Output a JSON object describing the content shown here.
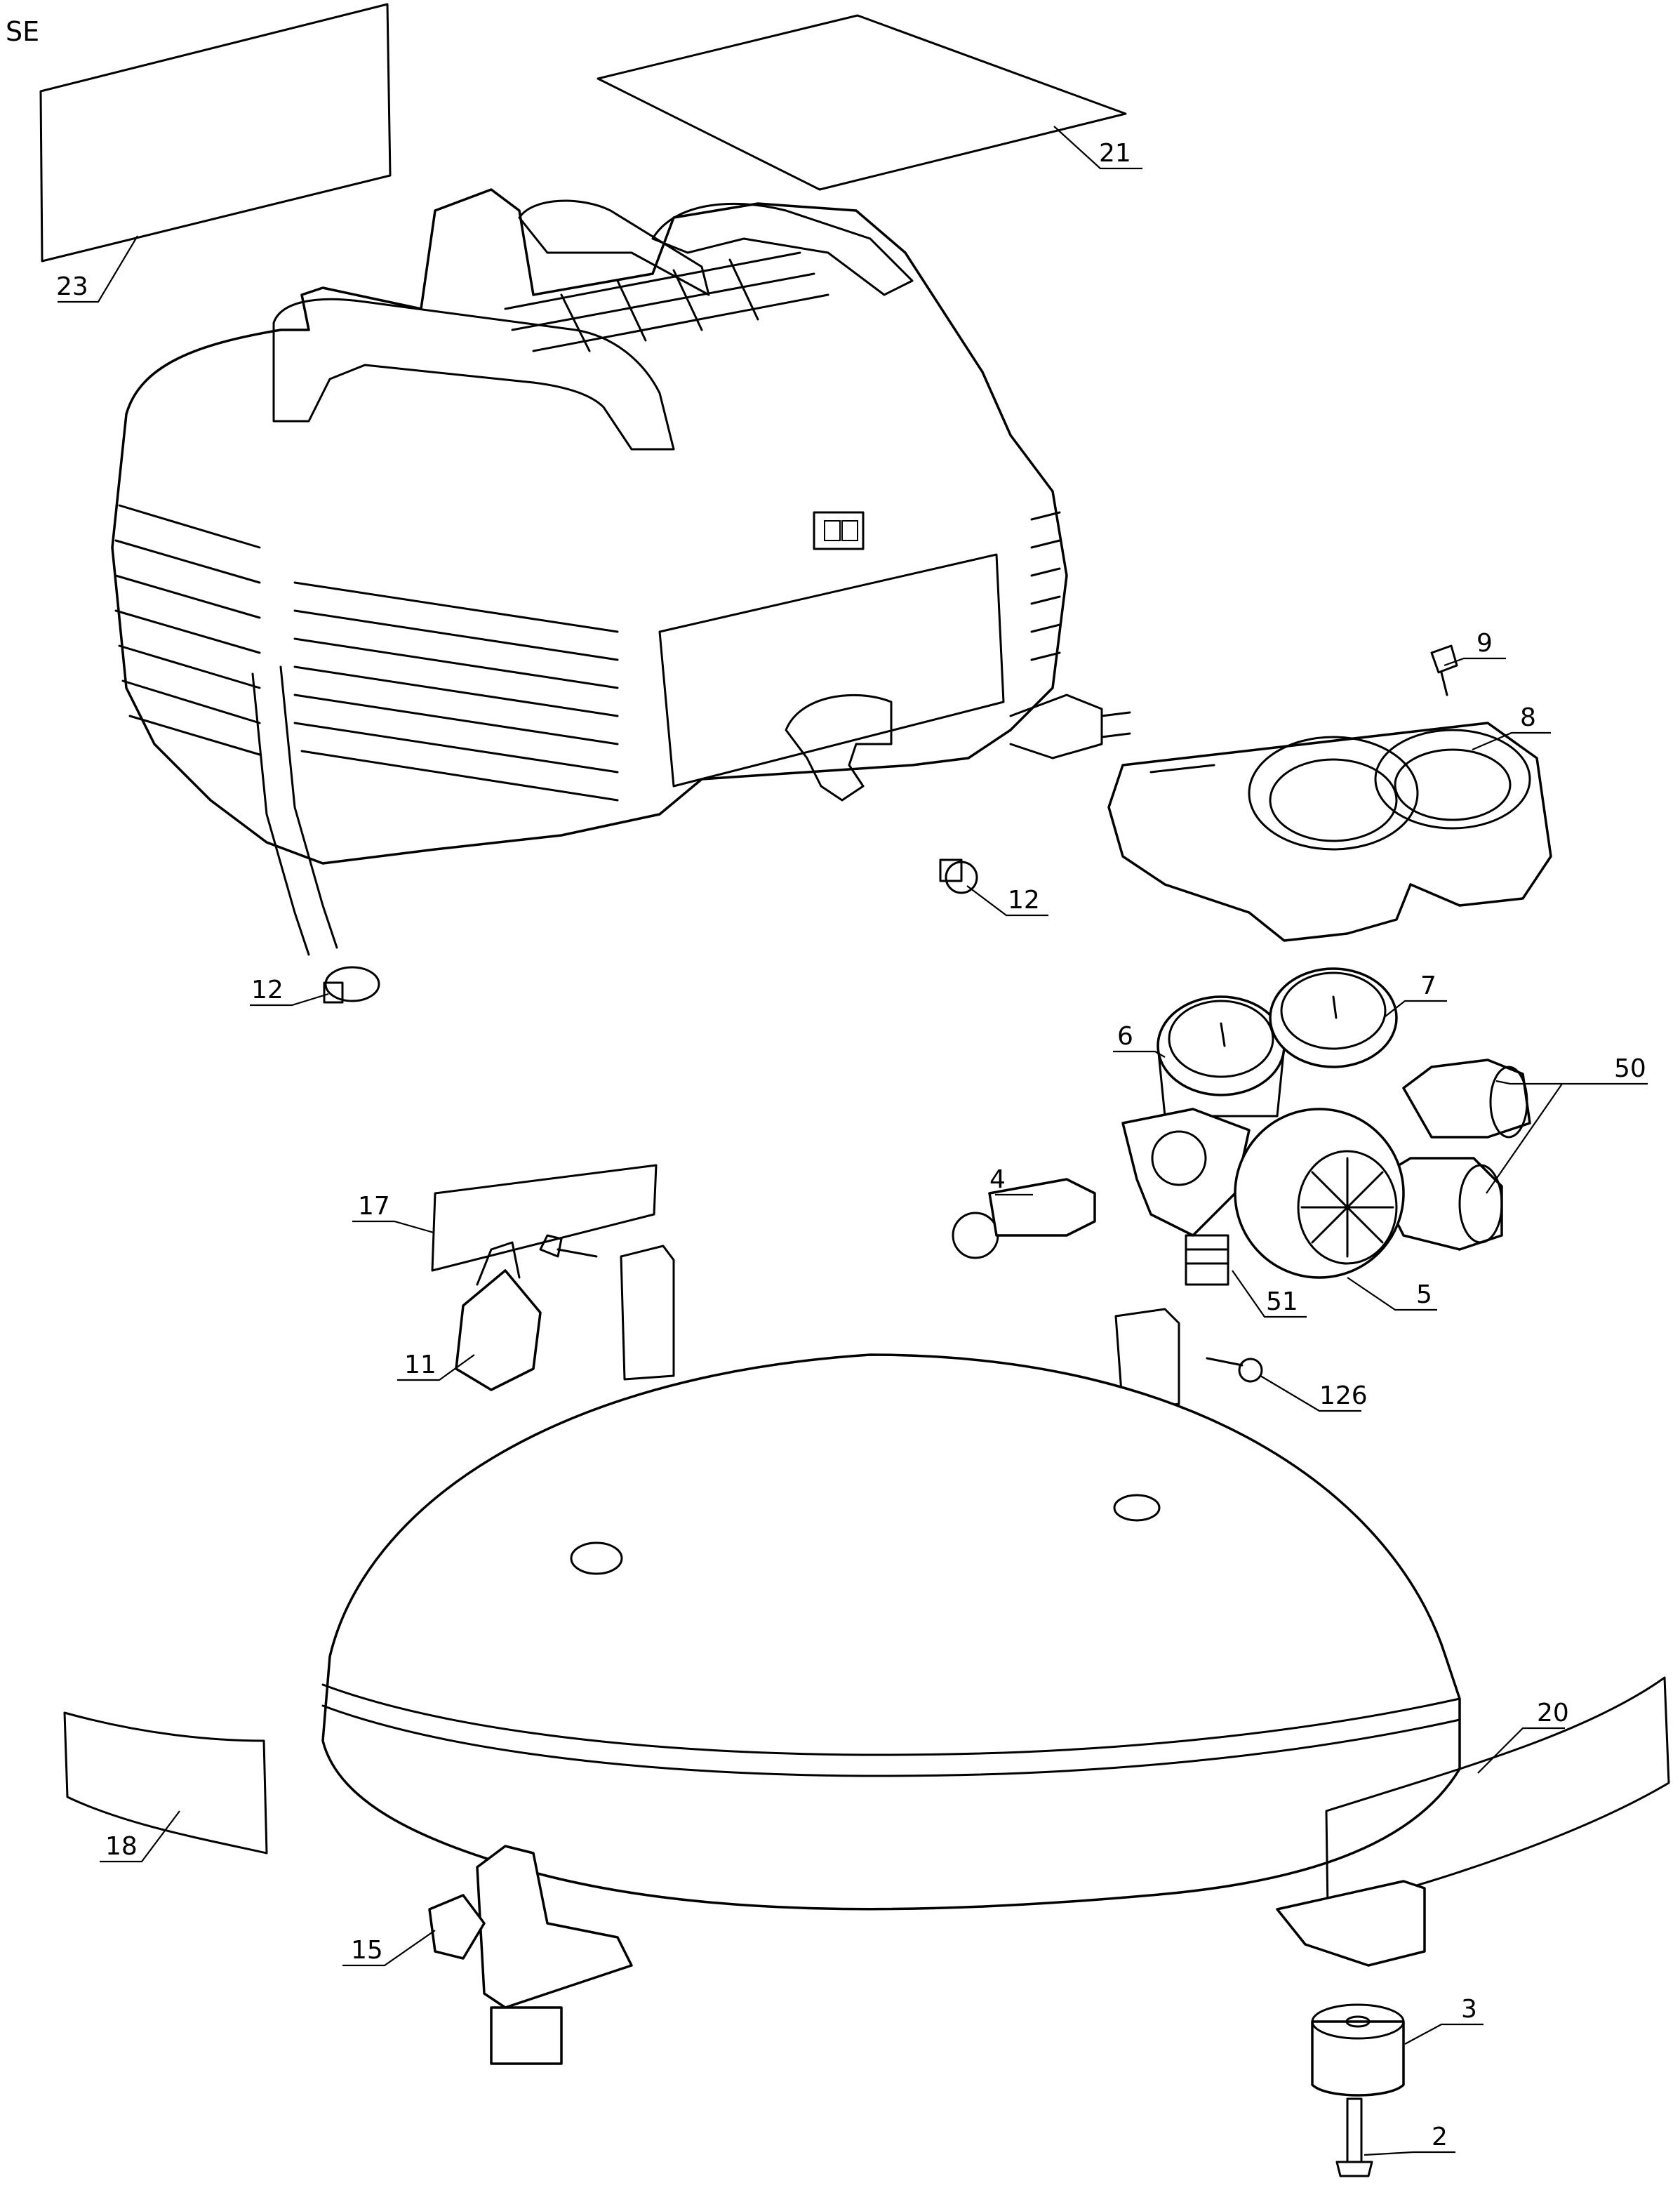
{
  "corner_label": "SE",
  "callouts": {
    "c23": "23",
    "c21": "21",
    "c9": "9",
    "c8": "8",
    "c12a": "12",
    "c12b": "12",
    "c7": "7",
    "c6": "6",
    "c50": "50",
    "c4": "4",
    "c17": "17",
    "c11": "11",
    "c51": "51",
    "c5": "5",
    "c126": "126",
    "c20": "20",
    "c18": "18",
    "c15": "15",
    "c3": "3",
    "c2": "2"
  }
}
